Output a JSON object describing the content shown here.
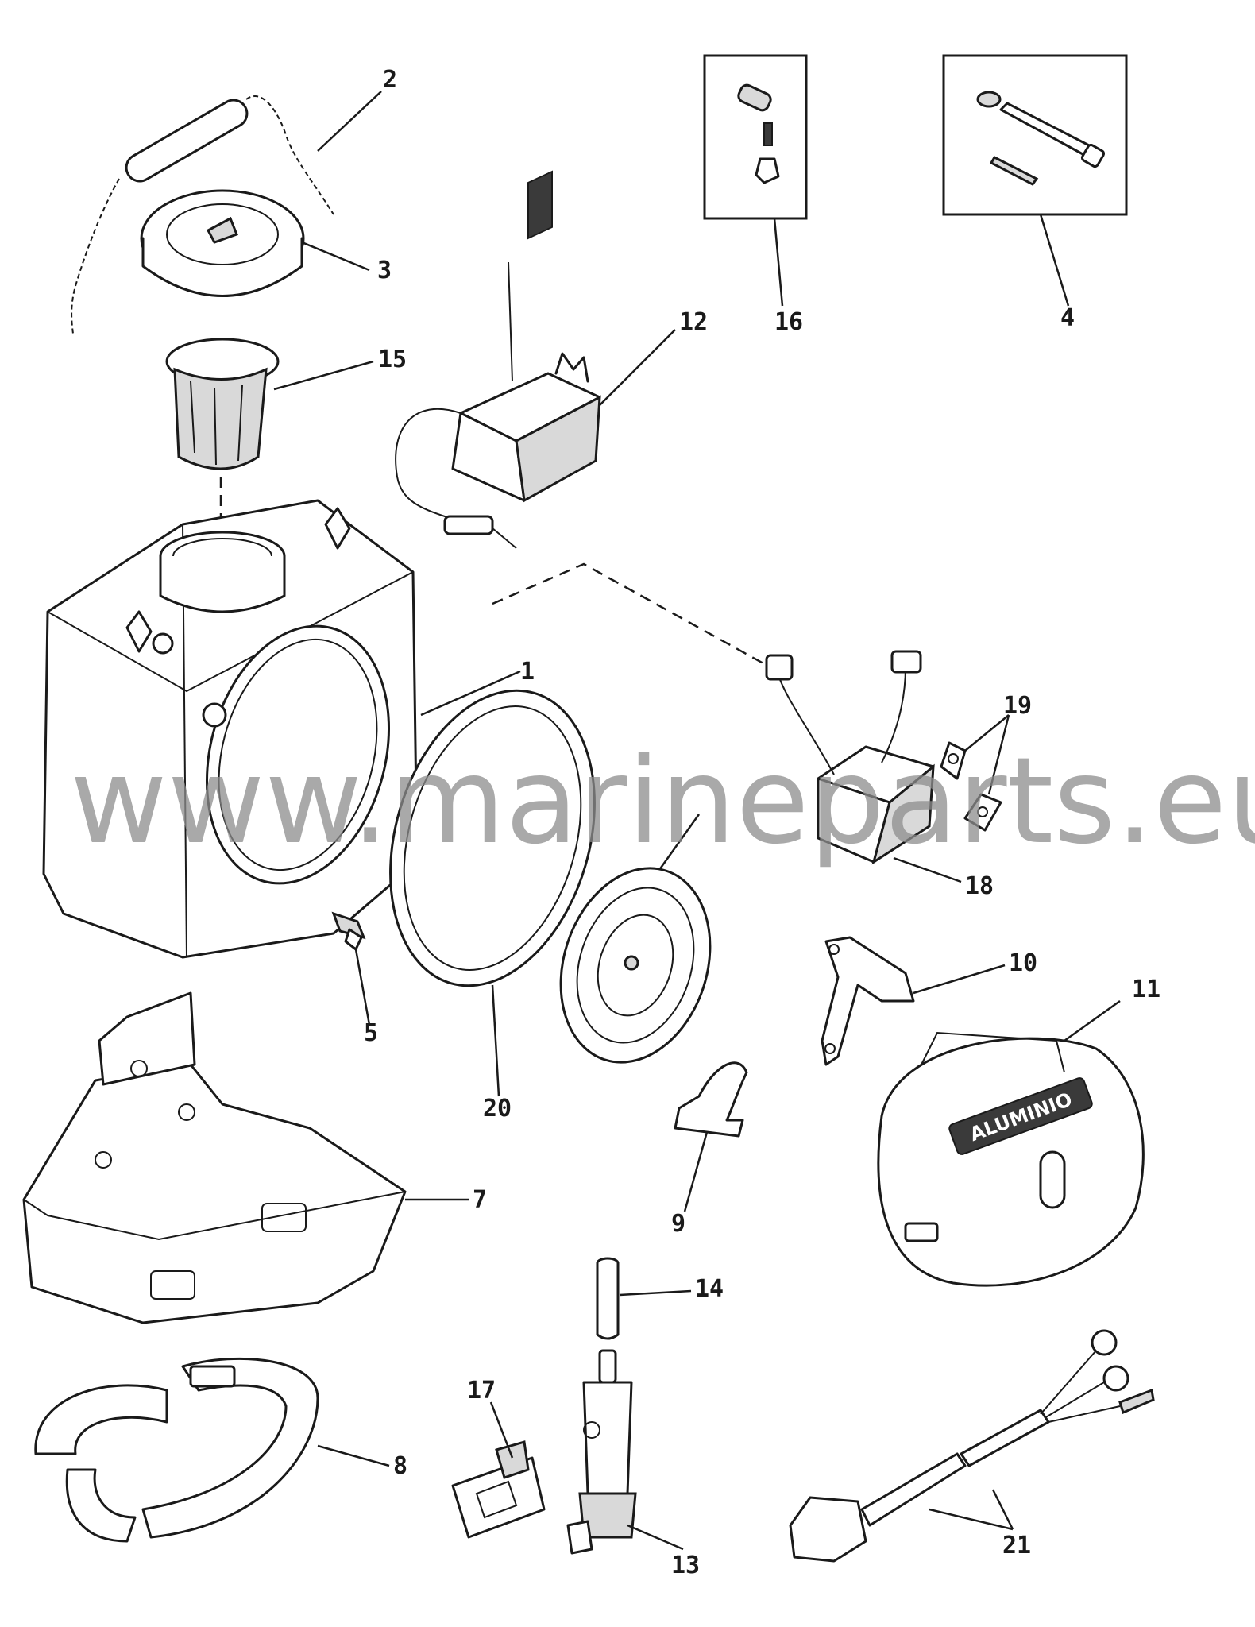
{
  "diagram": {
    "watermark": "www.marineparts.eu",
    "decal_text": "ALUMINIO",
    "callouts": {
      "c1": "1",
      "c2": "2",
      "c3": "3",
      "c4": "4",
      "c5": "5",
      "c7": "7",
      "c8": "8",
      "c9": "9",
      "c10": "10",
      "c11": "11",
      "c12": "12",
      "c13": "13",
      "c14": "14",
      "c15": "15",
      "c16": "16",
      "c17": "17",
      "c18": "18",
      "c19": "19",
      "c20": "20",
      "c21": "21"
    }
  }
}
